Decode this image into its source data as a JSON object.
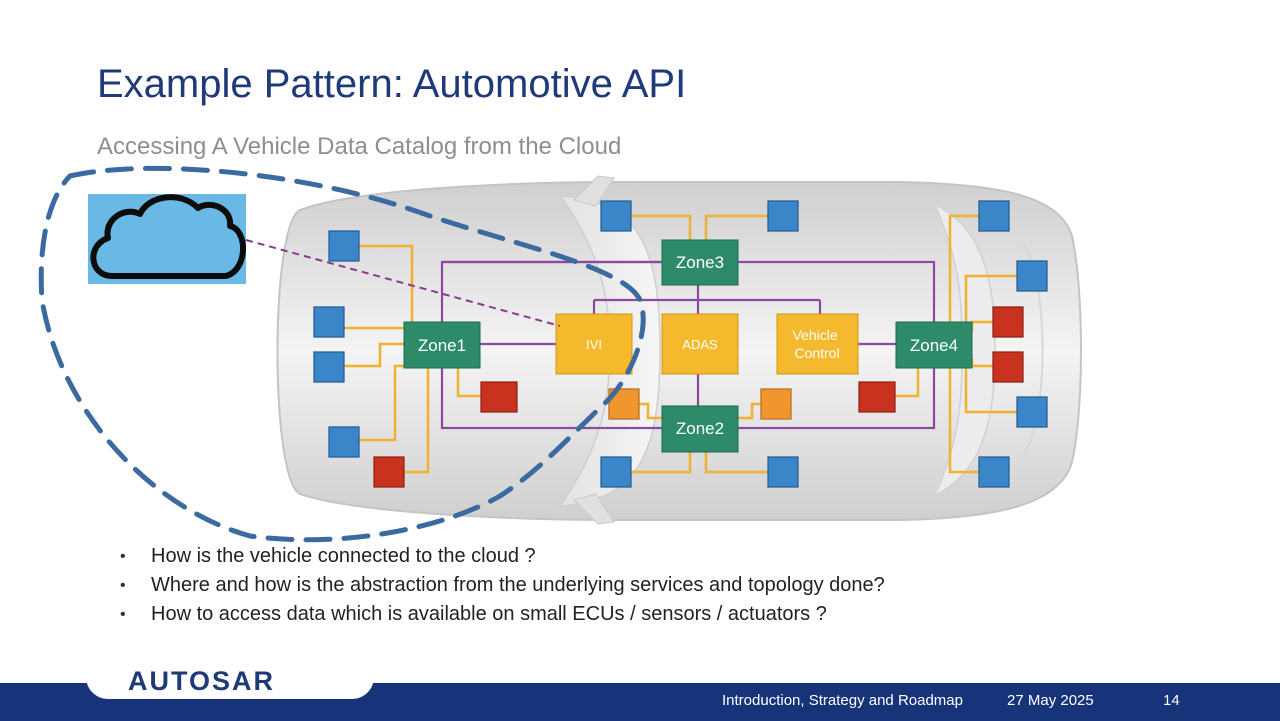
{
  "slide": {
    "title": "Example Pattern: Automotive API",
    "subtitle": "Accessing A Vehicle Data Catalog from the Cloud"
  },
  "diagram": {
    "zones": [
      "Zone1",
      "Zone2",
      "Zone3",
      "Zone4"
    ],
    "ecus": [
      "IVI",
      "ADAS",
      "Vehicle Control"
    ],
    "colors": {
      "zone": "#2e8b6a",
      "ecu": "#f5b92e",
      "sensor": "#3a86c8",
      "actuator": "#c8321f",
      "small_ecu": "#ef962e",
      "wire_orange": "#f0b030",
      "wire_purple": "#8a4aa0",
      "dashed_boundary": "#3b6aa0",
      "cloud_bg": "#69b8e6"
    }
  },
  "bullets": [
    "How is the vehicle connected to the cloud ?",
    "Where and how is the abstraction from the underlying services and topology done?",
    "How to access data which is available on small ECUs / sensors / actuators ?"
  ],
  "footer": {
    "logo": "AUTOSAR",
    "section": "Introduction, Strategy and Roadmap",
    "date": "27 May 2025",
    "page": "14"
  }
}
